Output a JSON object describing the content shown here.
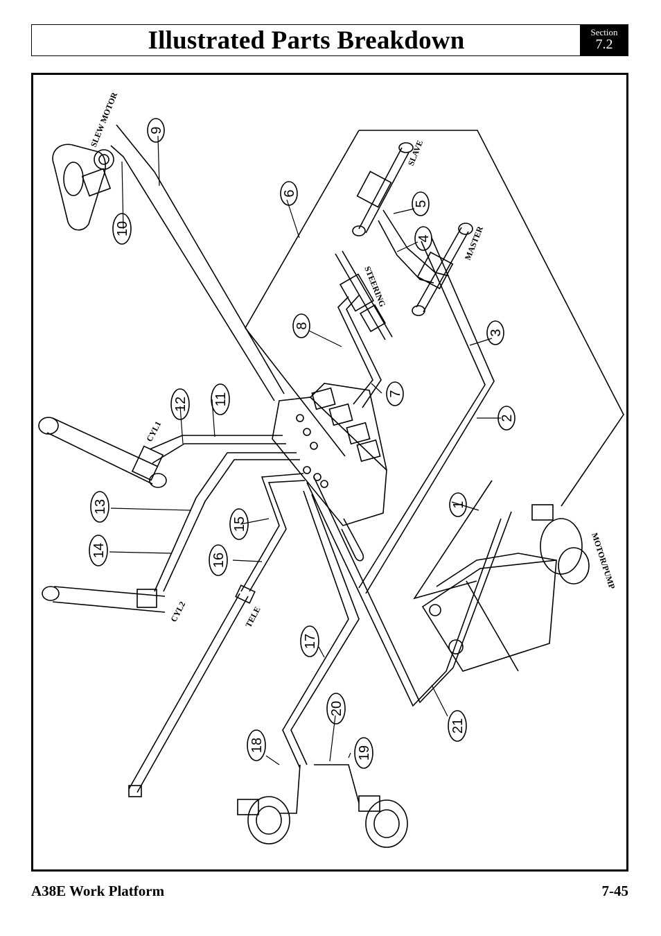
{
  "header": {
    "title": "Illustrated Parts Breakdown",
    "section_label": "Section",
    "section_number": "7.2"
  },
  "diagram": {
    "callouts": [
      "1",
      "2",
      "3",
      "4",
      "5",
      "6",
      "7",
      "8",
      "9",
      "10",
      "11",
      "12",
      "13",
      "14",
      "15",
      "16",
      "17",
      "18",
      "19",
      "20",
      "21"
    ],
    "components": {
      "slew_motor": "SLEW MOTOR",
      "slave": "SLAVE",
      "master": "MASTER",
      "steering": "STEERING",
      "cyl1": "CYL1",
      "cyl2": "CYL2",
      "tele": "TELE",
      "motor_pump": "MOTOR/PUMP"
    }
  },
  "footer": {
    "left": "A38E Work Platform",
    "right": "7-45"
  }
}
